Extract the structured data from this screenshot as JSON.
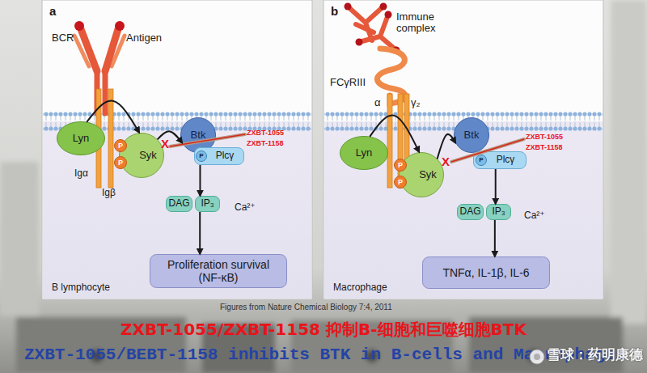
{
  "diagram": {
    "title": "ZXBT-1055/ZXBT-1158 抑制B-细胞和巨噬细胞BTK",
    "caption": "Figures from Nature Chemical Biology 7:4, 2011",
    "nodes": [
      {
        "text": [
          "a",
          "B lymphocyte"
        ]
      },
      {
        "text": [
          "Lyn"
        ],
        "in": 0
      },
      {
        "text": [
          "Syk"
        ],
        "in": 0
      },
      {
        "text": [
          "P"
        ],
        "in": 2
      },
      {
        "text": [
          "P"
        ],
        "in": 2
      },
      {
        "text": [
          "Btk"
        ],
        "in": 0
      },
      {
        "text": [
          "Plcγ"
        ],
        "in": 0
      },
      {
        "text": [
          "P"
        ],
        "in": 6
      },
      {
        "text": [
          "DAG"
        ],
        "in": 0
      },
      {
        "text": [
          "IP₃"
        ],
        "in": 0
      },
      {
        "text": [
          "Proliferation survival (NF-κB)"
        ],
        "in": 0
      },
      {
        "text": [
          "b",
          "Macrophage"
        ]
      },
      {
        "text": [
          "Lyn"
        ],
        "in": 11
      },
      {
        "text": [
          "Syk"
        ],
        "in": 11
      },
      {
        "text": [
          "P"
        ],
        "in": 13
      },
      {
        "text": [
          "P"
        ],
        "in": 13
      },
      {
        "text": [
          "Btk"
        ],
        "in": 11
      },
      {
        "text": [
          "Plcγ"
        ],
        "in": 11
      },
      {
        "text": [
          "P"
        ],
        "in": 17
      },
      {
        "text": [
          "DAG"
        ],
        "in": 11
      },
      {
        "text": [
          "IP₃"
        ],
        "in": 11
      },
      {
        "text": [
          "TNFα, IL-1β, IL-6"
        ],
        "in": 11
      }
    ],
    "edges": [
      {
        "from": 1,
        "to": 2,
        "arrow": "to"
      },
      {
        "from": 2,
        "to": 5,
        "arrow": "to"
      },
      {
        "from": 6,
        "to": 9,
        "arrow": "to"
      },
      {
        "from": 9,
        "to": 10,
        "arrow": "to"
      },
      {
        "from": 12,
        "to": 13,
        "arrow": "to"
      },
      {
        "from": 13,
        "to": 16,
        "arrow": "to"
      },
      {
        "from": 17,
        "to": 20,
        "arrow": "to"
      },
      {
        "from": 20,
        "to": 21,
        "arrow": "to"
      }
    ],
    "labels": [
      "BCR",
      "Antigen",
      "Igα",
      "Igβ",
      "X",
      "ZXBT-1055",
      "ZXBT-1158",
      "Ca²⁺",
      "Immune complex",
      "FCγRIII",
      "α",
      "γ₂",
      "X",
      "ZXBT-1055",
      "ZXBT-1158",
      "Ca²⁺",
      "ZXBT-1055/BEBT-1158 inhibits BTK in B-cells and Macrophages",
      "雪球：药明康德"
    ]
  }
}
